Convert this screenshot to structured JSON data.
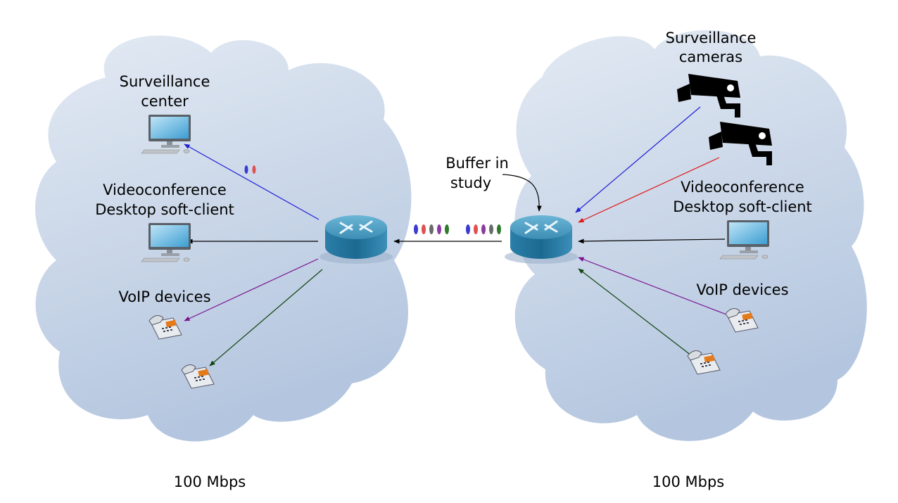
{
  "colors": {
    "cloud_top": "#dde6f1",
    "cloud_bottom": "#b7c9e1",
    "router_top": "#4f9fc4",
    "router_side": "#1d6f9a",
    "link_blue": "#1f1fd6",
    "link_red": "#e01818",
    "link_black": "#000000",
    "link_purple": "#7a1591",
    "link_green": "#114411",
    "packet_blue": "#3a3ad0",
    "packet_red": "#e05050",
    "packet_purple": "#8a3aa0",
    "packet_gray": "#6a6a6a",
    "packet_green": "#2f7a2f"
  },
  "left_network": {
    "surveillance_center_label": [
      "Surveillance",
      "center"
    ],
    "videoconference_label": [
      "Videoconference",
      "Desktop soft-client"
    ],
    "voip_label": "VoIP devices",
    "bandwidth_label": "100 Mbps",
    "icons": [
      "desktop-computer-icon",
      "desktop-computer-icon",
      "telephone-icon",
      "telephone-icon",
      "router-icon"
    ]
  },
  "right_network": {
    "surveillance_cameras_label": [
      "Surveillance",
      "cameras"
    ],
    "videoconference_label": [
      "Videoconference",
      "Desktop soft-client"
    ],
    "voip_label": "VoIP devices",
    "bandwidth_label": "100 Mbps",
    "icons": [
      "security-camera-icon",
      "security-camera-icon",
      "desktop-computer-icon",
      "telephone-icon",
      "telephone-icon",
      "router-icon"
    ]
  },
  "buffer_label": [
    "Buffer in",
    "study"
  ]
}
